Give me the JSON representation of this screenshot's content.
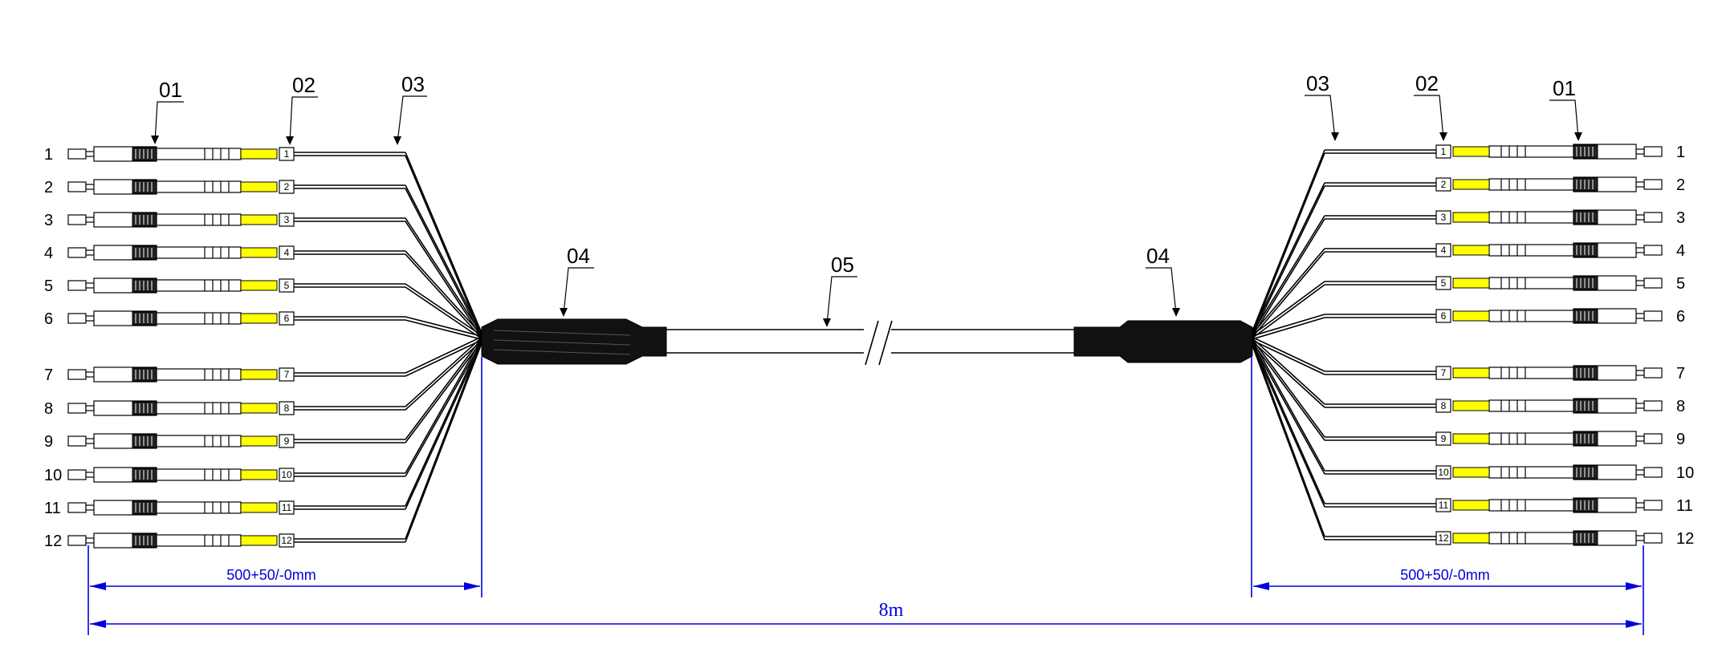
{
  "callouts": {
    "connector": "01",
    "label_tag": "02",
    "fiber": "03",
    "breakout": "04",
    "trunk": "05"
  },
  "fibers": {
    "numbers": [
      "1",
      "2",
      "3",
      "4",
      "5",
      "6",
      "7",
      "8",
      "9",
      "10",
      "11",
      "12"
    ]
  },
  "dimensions": {
    "left_leg": "500+50/-0mm",
    "right_leg": "500+50/-0mm",
    "total_length": "8m"
  },
  "colors": {
    "sleeve": "#ffff00",
    "dimension": "#0000dd",
    "jacket": "#111111"
  }
}
